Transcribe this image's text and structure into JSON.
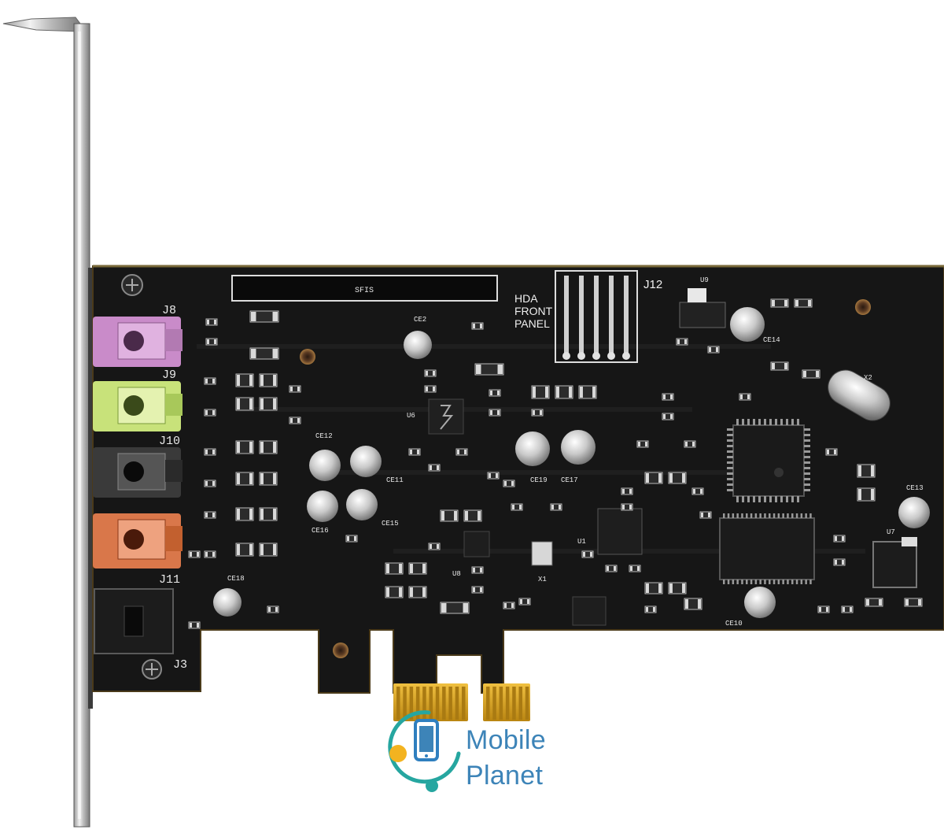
{
  "board": {
    "label_sfis": "SFIS",
    "jack_labels": [
      "J8",
      "J9",
      "J10",
      "J11"
    ],
    "optical_label": "J3",
    "header_label": "J12",
    "header_text": [
      "HDA",
      "FRONT",
      "PANEL"
    ],
    "regulator_label": "U9",
    "regulator2_label": "U7",
    "crystal_labels": [
      "X2",
      "X1"
    ],
    "chip_labels": [
      "U6",
      "U1",
      "U8"
    ],
    "cap_labels": [
      "CE2",
      "CE12",
      "CE11",
      "CE15",
      "CE16",
      "CE19",
      "CE17",
      "CE14",
      "CE13",
      "CE18",
      "CE10"
    ],
    "jack_colors": {
      "J8": "#c98bc9",
      "J9": "#c8e27a",
      "J10": "#3a3a3a",
      "J11": "#d9774a"
    },
    "pcb_color": "#151515",
    "gold_color": "#d9a521"
  },
  "watermark": {
    "line1": "Mobile",
    "line2": "Planet",
    "text_color": "#3d84b8",
    "accent_color": "#f3b320",
    "ring_color": "#26a6a0"
  }
}
